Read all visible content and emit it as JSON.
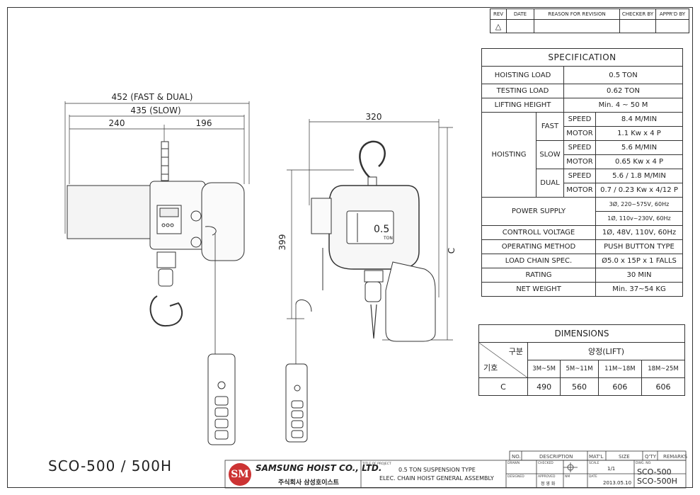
{
  "revision_block": {
    "headers": [
      "REV",
      "DATE",
      "REASON FOR REVISION",
      "CHECKER BY",
      "APPR'D BY"
    ]
  },
  "drawing_front": {
    "dim_overall": "452 (FAST & DUAL)",
    "dim_slow": "435 (SLOW)",
    "dim_left": "240",
    "dim_right": "196"
  },
  "drawing_side": {
    "dim_width": "320",
    "dim_height": "399",
    "dim_c": "C",
    "plate_load": "0.5",
    "plate_unit": "TON"
  },
  "specification": {
    "title": "SPECIFICATION",
    "hoisting_load_label": "HOISTING LOAD",
    "hoisting_load": "0.5  TON",
    "testing_load_label": "TESTING LOAD",
    "testing_load": "0.62  TON",
    "lifting_height_label": "LIFTING HEIGHT",
    "lifting_height": "Min.  4 ~ 50   M",
    "hoisting_label": "HOISTING",
    "fast_label": "FAST",
    "slow_label": "SLOW",
    "dual_label": "DUAL",
    "speed_label": "SPEED",
    "motor_label": "MOTOR",
    "fast_speed": "8.4  M/MIN",
    "fast_motor": "1.1 Kw x 4 P",
    "slow_speed": "5.6  M/MIN",
    "slow_motor": "0.65 Kw x 4 P",
    "dual_speed": "5.6 / 1.8  M/MIN",
    "dual_motor": "0.7 / 0.23 Kw x 4/12 P",
    "power_supply_label": "POWER SUPPLY",
    "power_supply_3p": "3Ø, 220~575V, 60Hz",
    "power_supply_1p": "1Ø, 110v~230V, 60Hz",
    "control_voltage_label": "CONTROLL VOLTAGE",
    "control_voltage": "1Ø, 48V, 110V, 60Hz",
    "operating_method_label": "OPERATING METHOD",
    "operating_method": "PUSH BUTTON TYPE",
    "load_chain_label": "LOAD CHAIN SPEC.",
    "load_chain": "Ø5.0 x 15P x 1 FALLS",
    "rating_label": "RATING",
    "rating": "30 MIN",
    "net_weight_label": "NET WEIGHT",
    "net_weight": "Min.   37~54 KG"
  },
  "dimensions": {
    "title": "DIMENSIONS",
    "header_top": "구분",
    "header_bottom": "기호",
    "lift_label": "양정(LIFT)",
    "columns": [
      "3M~5M",
      "5M~11M",
      "11M~18M",
      "18M~25M"
    ],
    "row_label": "C",
    "values": [
      "490",
      "560",
      "606",
      "606"
    ]
  },
  "title_block": {
    "model": "SCO-500 / 500H",
    "company_en": "SAMSUNG HOIST CO., LTD.",
    "company_kr": "주식회사 삼성호이스트",
    "logo_text": "SM",
    "project_label": "TITLE OF PROJECT",
    "project_line1": "0.5 TON SUSPENSION TYPE",
    "project_line2": "ELEC. CHAIN HOIST GENERAL ASSEMBLY",
    "bom_headers": [
      "NO.",
      "DESCRIPTION",
      "MAT'L",
      "SIZE",
      "Q'TY",
      "REMARKS"
    ],
    "drawn_label": "DRAWN",
    "checked_label": "CHECKED",
    "scale_label": "SCALE",
    "scale": "1/1",
    "designed_label": "DESIGNED",
    "approved_label": "APPROVED",
    "approver": "정 영 화",
    "nm_label": "NM",
    "date_label": "DATE",
    "date": "2013.05.10",
    "dwg_label": "DWG. NO.",
    "dwg_no1": "SCO-500",
    "dwg_no2": "SCO-500H"
  }
}
